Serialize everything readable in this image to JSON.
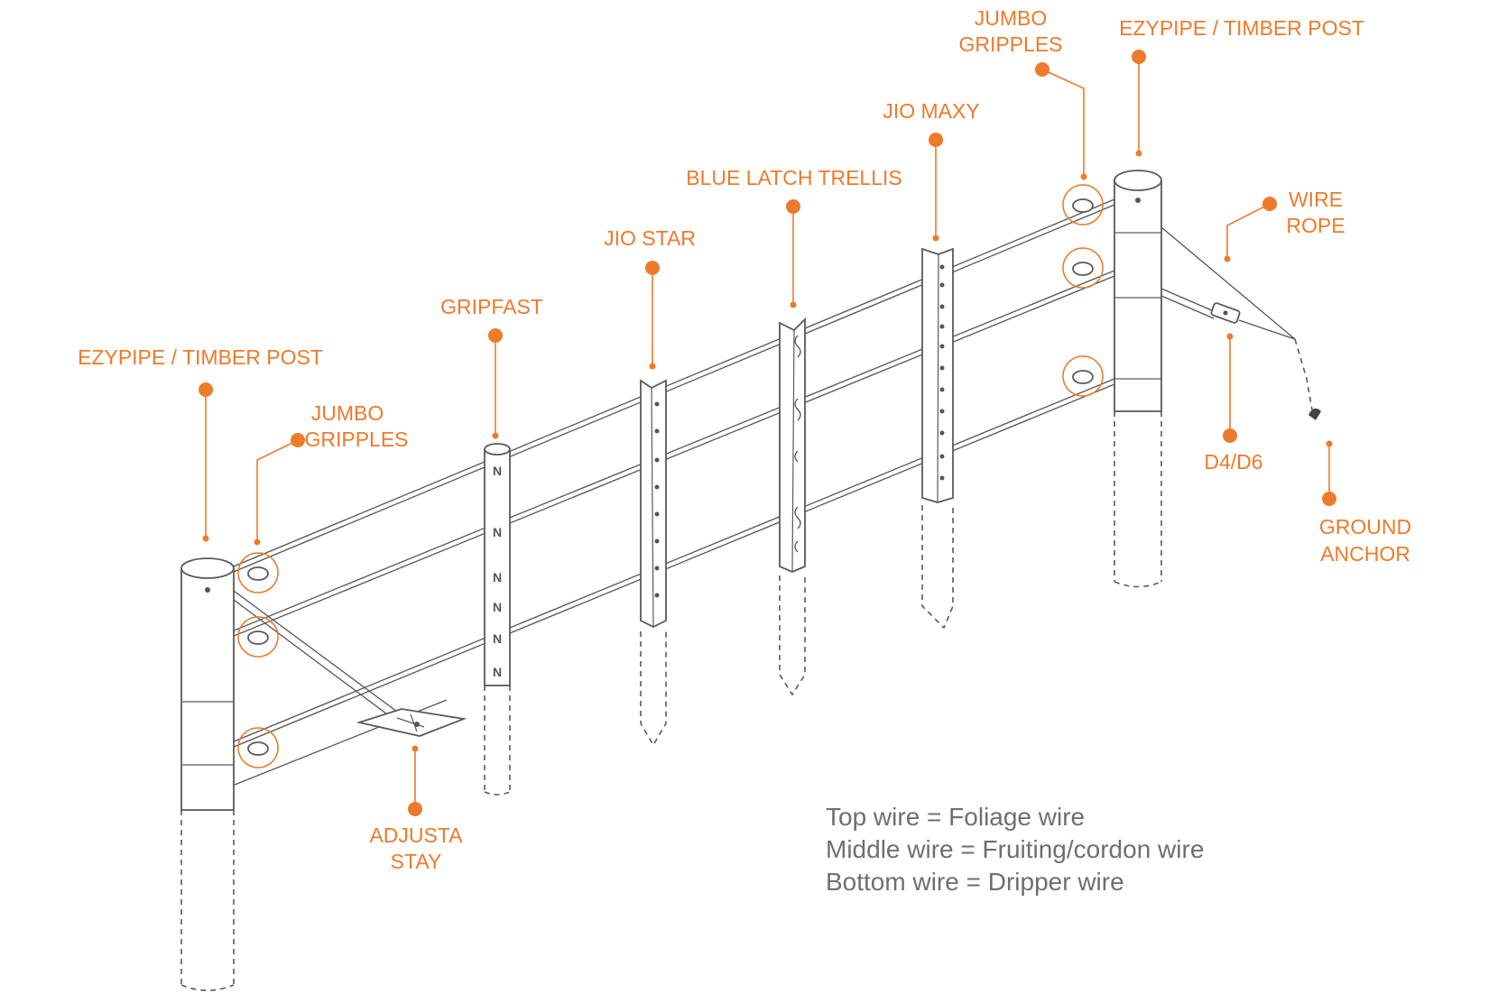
{
  "colors": {
    "accent": "#ee7a2b",
    "line": "#5a5a5a",
    "legend": "#6f6f6f",
    "background": "#ffffff"
  },
  "labels": {
    "left_post": "EZYPIPE / TIMBER POST",
    "left_gripples_line1": "JUMBO",
    "left_gripples_line2": "GRIPPLES",
    "gripfast": "GRIPFAST",
    "jio_star": "JIO STAR",
    "blue_latch_trellis": "BLUE LATCH TRELLIS",
    "jio_maxy": "JIO MAXY",
    "right_gripples_line1": "JUMBO",
    "right_gripples_line2": "GRIPPLES",
    "right_post": "EZYPIPE / TIMBER POST",
    "wire_rope_line1": "WIRE",
    "wire_rope_line2": "ROPE",
    "d4_d6": "D4/D6",
    "ground_anchor_line1": "GROUND",
    "ground_anchor_line2": "ANCHOR",
    "adjusta_stay_line1": "ADJUSTA",
    "adjusta_stay_line2": "STAY"
  },
  "legend": {
    "top": "Top wire = Foliage wire",
    "middle": "Middle wire = Fruiting/cordon wire",
    "bottom": "Bottom wire = Dripper wire"
  }
}
